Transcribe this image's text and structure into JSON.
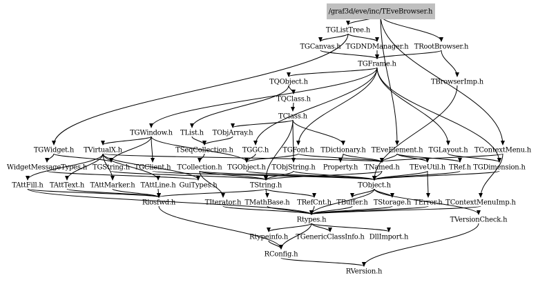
{
  "graph": {
    "root": "/graf3d/eve/inc/TEveBrowser.h",
    "root_fill": "#bfbfbf",
    "nodes": [
      "/graf3d/eve/inc/TEveBrowser.h",
      "TGListTree.h",
      "TGCanvas.h",
      "TGDNDManager.h",
      "TRootBrowser.h",
      "TGFrame.h",
      "TQObject.h",
      "TBrowserImp.h",
      "TQClass.h",
      "TClass.h",
      "TGWindow.h",
      "TList.h",
      "TObjArray.h",
      "TGWidget.h",
      "TVirtualX.h",
      "TSeqCollection.h",
      "TGGC.h",
      "TGFont.h",
      "TDictionary.h",
      "TEveElement.h",
      "TGLayout.h",
      "TContextMenu.h",
      "WidgetMessageTypes.h",
      "TGString.h",
      "TGClient.h",
      "TCollection.h",
      "TGObject.h",
      "TObjString.h",
      "Property.h",
      "TNamed.h",
      "TEveUtil.h",
      "TRef.h",
      "TGDimension.h",
      "TAttFill.h",
      "TAttText.h",
      "TAttMarker.h",
      "TAttLine.h",
      "GuiTypes.h",
      "TString.h",
      "TObject.h",
      "Riosfwd.h",
      "TIterator.h",
      "TMathBase.h",
      "TRefCnt.h",
      "TBuffer.h",
      "TStorage.h",
      "TError.h",
      "TContextMenuImp.h",
      "Rtypes.h",
      "TVersionCheck.h",
      "Rtypeinfo.h",
      "TGenericClassInfo.h",
      "DllImport.h",
      "RConfig.h",
      "RVersion.h"
    ],
    "edges": [
      [
        "/graf3d/eve/inc/TEveBrowser.h",
        "TGListTree.h"
      ],
      [
        "/graf3d/eve/inc/TEveBrowser.h",
        "TRootBrowser.h"
      ],
      [
        "/graf3d/eve/inc/TEveBrowser.h",
        "TContextMenu.h"
      ],
      [
        "/graf3d/eve/inc/TEveBrowser.h",
        "TEveElement.h"
      ],
      [
        "TGListTree.h",
        "TGCanvas.h"
      ],
      [
        "TGListTree.h",
        "TGDNDManager.h"
      ],
      [
        "TGListTree.h",
        "TGWidget.h"
      ],
      [
        "TGCanvas.h",
        "TGFrame.h"
      ],
      [
        "TGDNDManager.h",
        "TGFrame.h"
      ],
      [
        "TRootBrowser.h",
        "TGFrame.h"
      ],
      [
        "TRootBrowser.h",
        "TBrowserImp.h"
      ],
      [
        "TGFrame.h",
        "TQObject.h"
      ],
      [
        "TGFrame.h",
        "TGWindow.h"
      ],
      [
        "TGFrame.h",
        "TGLayout.h"
      ],
      [
        "TGFrame.h",
        "TGDimension.h"
      ],
      [
        "TGFrame.h",
        "TGFont.h"
      ],
      [
        "TGFrame.h",
        "TGGC.h"
      ],
      [
        "TBrowserImp.h",
        "TObject.h"
      ],
      [
        "TQObject.h",
        "TQClass.h"
      ],
      [
        "TQObject.h",
        "TList.h"
      ],
      [
        "TQClass.h",
        "TClass.h"
      ],
      [
        "TClass.h",
        "TObjArray.h"
      ],
      [
        "TClass.h",
        "TDictionary.h"
      ],
      [
        "TClass.h",
        "TObjString.h"
      ],
      [
        "TClass.h",
        "TString.h"
      ],
      [
        "TGWindow.h",
        "TGObject.h"
      ],
      [
        "TGWindow.h",
        "TVirtualX.h"
      ],
      [
        "TGWindow.h",
        "TGClient.h"
      ],
      [
        "TGWindow.h",
        "TGString.h"
      ],
      [
        "TList.h",
        "TSeqCollection.h"
      ],
      [
        "TObjArray.h",
        "TSeqCollection.h"
      ],
      [
        "TSeqCollection.h",
        "TCollection.h"
      ],
      [
        "TGWidget.h",
        "WidgetMessageTypes.h"
      ],
      [
        "TGWidget.h",
        "TGString.h"
      ],
      [
        "TVirtualX.h",
        "TAttFill.h"
      ],
      [
        "TVirtualX.h",
        "TAttText.h"
      ],
      [
        "TVirtualX.h",
        "TAttMarker.h"
      ],
      [
        "TVirtualX.h",
        "TAttLine.h"
      ],
      [
        "TVirtualX.h",
        "GuiTypes.h"
      ],
      [
        "TVirtualX.h",
        "TNamed.h"
      ],
      [
        "TGGC.h",
        "TGObject.h"
      ],
      [
        "TGFont.h",
        "TGObject.h"
      ],
      [
        "TGFont.h",
        "TNamed.h"
      ],
      [
        "TDictionary.h",
        "TNamed.h"
      ],
      [
        "TDictionary.h",
        "Property.h"
      ],
      [
        "TEveElement.h",
        "TNamed.h"
      ],
      [
        "TEveElement.h",
        "TEveUtil.h"
      ],
      [
        "TEveElement.h",
        "TRef.h"
      ],
      [
        "TGLayout.h",
        "TGDimension.h"
      ],
      [
        "TContextMenu.h",
        "TNamed.h"
      ],
      [
        "TContextMenu.h",
        "TContextMenuImp.h"
      ],
      [
        "WidgetMessageTypes.h",
        "GuiTypes.h"
      ],
      [
        "TGString.h",
        "TString.h"
      ],
      [
        "TGClient.h",
        "TObject.h"
      ],
      [
        "TCollection.h",
        "TObject.h"
      ],
      [
        "TCollection.h",
        "TIterator.h"
      ],
      [
        "TCollection.h",
        "TString.h"
      ],
      [
        "TGObject.h",
        "TObject.h"
      ],
      [
        "TObjString.h",
        "TObject.h"
      ],
      [
        "TObjString.h",
        "TString.h"
      ],
      [
        "TNamed.h",
        "TObject.h"
      ],
      [
        "TNamed.h",
        "TString.h"
      ],
      [
        "TEveUtil.h",
        "TObject.h"
      ],
      [
        "TEveUtil.h",
        "TError.h"
      ],
      [
        "TRef.h",
        "TObject.h"
      ],
      [
        "TGDimension.h",
        "TObject.h"
      ],
      [
        "TAttFill.h",
        "Riosfwd.h"
      ],
      [
        "TAttFill.h",
        "Rtypes.h"
      ],
      [
        "TAttText.h",
        "Riosfwd.h"
      ],
      [
        "TAttMarker.h",
        "Riosfwd.h"
      ],
      [
        "TAttLine.h",
        "Riosfwd.h"
      ],
      [
        "TString.h",
        "Riosfwd.h"
      ],
      [
        "TString.h",
        "TMathBase.h"
      ],
      [
        "TString.h",
        "TRefCnt.h"
      ],
      [
        "TObject.h",
        "TStorage.h"
      ],
      [
        "TObject.h",
        "TBuffer.h"
      ],
      [
        "TObject.h",
        "TVersionCheck.h"
      ],
      [
        "TObject.h",
        "Rtypes.h"
      ],
      [
        "Riosfwd.h",
        "RConfig.h"
      ],
      [
        "TIterator.h",
        "Rtypes.h"
      ],
      [
        "TMathBase.h",
        "Rtypes.h"
      ],
      [
        "TRefCnt.h",
        "Rtypes.h"
      ],
      [
        "TBuffer.h",
        "Rtypes.h"
      ],
      [
        "TStorage.h",
        "Rtypes.h"
      ],
      [
        "TError.h",
        "Rtypes.h"
      ],
      [
        "TContextMenuImp.h",
        "Rtypes.h"
      ],
      [
        "Rtypes.h",
        "Rtypeinfo.h"
      ],
      [
        "Rtypes.h",
        "TGenericClassInfo.h"
      ],
      [
        "Rtypes.h",
        "DllImport.h"
      ],
      [
        "Rtypes.h",
        "RConfig.h"
      ],
      [
        "Rtypeinfo.h",
        "RConfig.h"
      ],
      [
        "RConfig.h",
        "RVersion.h"
      ],
      [
        "TVersionCheck.h",
        "RVersion.h"
      ]
    ]
  }
}
